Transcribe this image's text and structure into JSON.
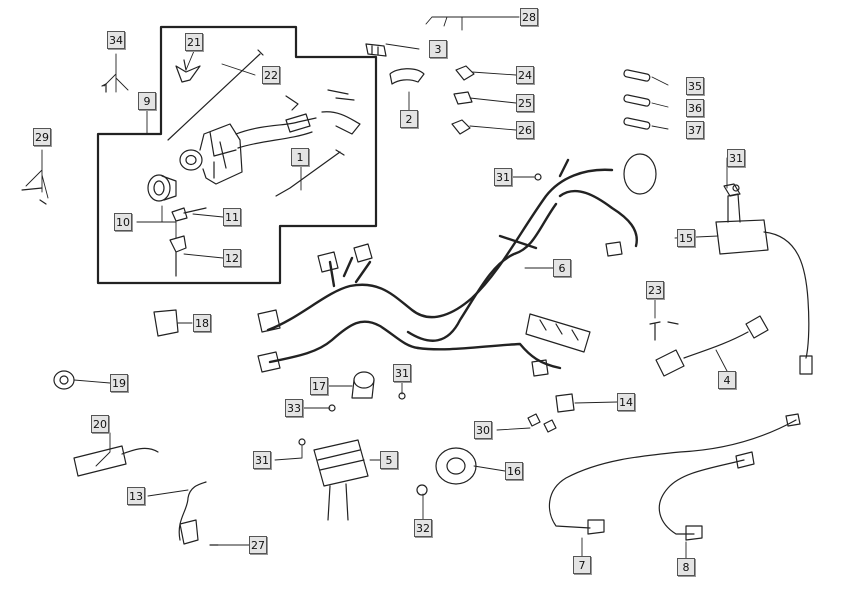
{
  "callouts": [
    {
      "id": "c1",
      "text": "1"
    },
    {
      "id": "c2",
      "text": "2"
    },
    {
      "id": "c3",
      "text": "3"
    },
    {
      "id": "c4",
      "text": "4"
    },
    {
      "id": "c5",
      "text": "5"
    },
    {
      "id": "c6",
      "text": "6"
    },
    {
      "id": "c7",
      "text": "7"
    },
    {
      "id": "c8",
      "text": "8"
    },
    {
      "id": "c9",
      "text": "9"
    },
    {
      "id": "c10",
      "text": "10"
    },
    {
      "id": "c11",
      "text": "11"
    },
    {
      "id": "c12",
      "text": "12"
    },
    {
      "id": "c13",
      "text": "13"
    },
    {
      "id": "c14",
      "text": "14"
    },
    {
      "id": "c15",
      "text": "15"
    },
    {
      "id": "c16",
      "text": "16"
    },
    {
      "id": "c17",
      "text": "17"
    },
    {
      "id": "c18",
      "text": "18"
    },
    {
      "id": "c19",
      "text": "19"
    },
    {
      "id": "c20",
      "text": "20"
    },
    {
      "id": "c21",
      "text": "21"
    },
    {
      "id": "c22",
      "text": "22"
    },
    {
      "id": "c23",
      "text": "23"
    },
    {
      "id": "c24",
      "text": "24"
    },
    {
      "id": "c25",
      "text": "25"
    },
    {
      "id": "c26",
      "text": "26"
    },
    {
      "id": "c27",
      "text": "27"
    },
    {
      "id": "c28",
      "text": "28"
    },
    {
      "id": "c29",
      "text": "29"
    },
    {
      "id": "c30",
      "text": "30"
    },
    {
      "id": "c31a",
      "text": "31"
    },
    {
      "id": "c31b",
      "text": "31"
    },
    {
      "id": "c31c",
      "text": "31"
    },
    {
      "id": "c31d",
      "text": "31"
    },
    {
      "id": "c32",
      "text": "32"
    },
    {
      "id": "c33",
      "text": "33"
    },
    {
      "id": "c34",
      "text": "34"
    },
    {
      "id": "c35",
      "text": "35"
    },
    {
      "id": "c36",
      "text": "36"
    },
    {
      "id": "c37",
      "text": "37"
    }
  ]
}
